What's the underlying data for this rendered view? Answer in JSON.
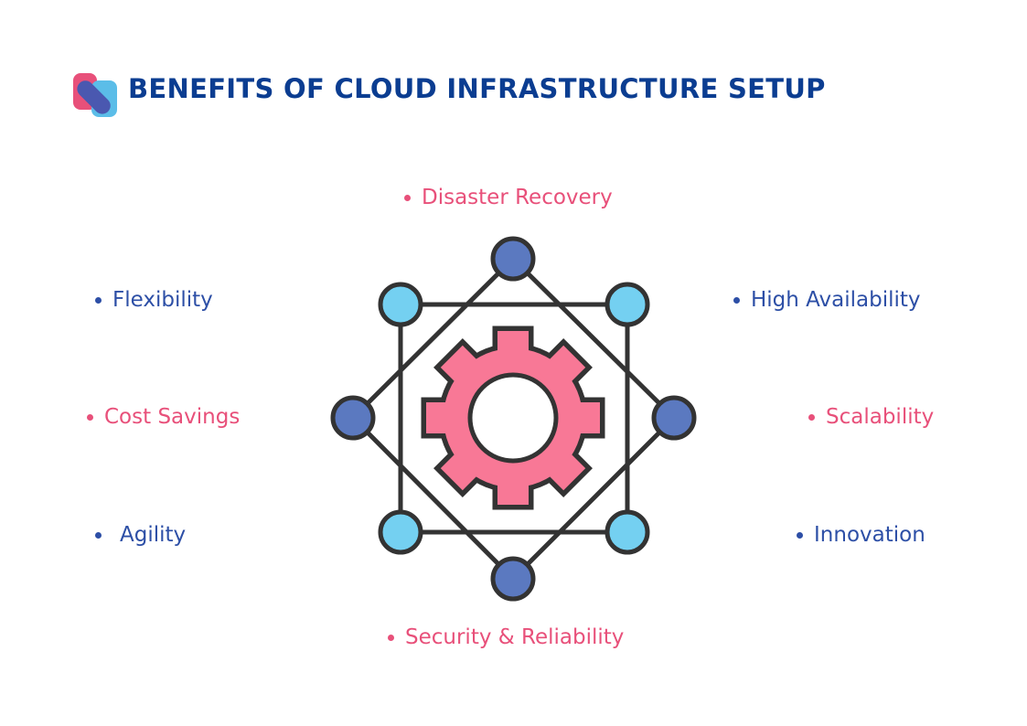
{
  "title": "BENEFITS OF CLOUD INFRASTRUCTURE SETUP",
  "colors": {
    "title": "#0b3d91",
    "pink": "#e8507a",
    "blue": "#2d4fa6",
    "gear": "#f87896",
    "node_dark": "#5b79c0",
    "node_light": "#74d0f1",
    "outline": "#333333"
  },
  "benefits": [
    {
      "label": "Disaster Recovery",
      "color": "pink"
    },
    {
      "label": "Flexibility",
      "color": "blue"
    },
    {
      "label": "High Availability",
      "color": "blue"
    },
    {
      "label": "Cost Savings",
      "color": "pink"
    },
    {
      "label": "Scalability",
      "color": "pink"
    },
    {
      "label": "Agility",
      "color": "blue"
    },
    {
      "label": "Innovation",
      "color": "blue"
    },
    {
      "label": "Security & Reliability",
      "color": "pink"
    }
  ]
}
